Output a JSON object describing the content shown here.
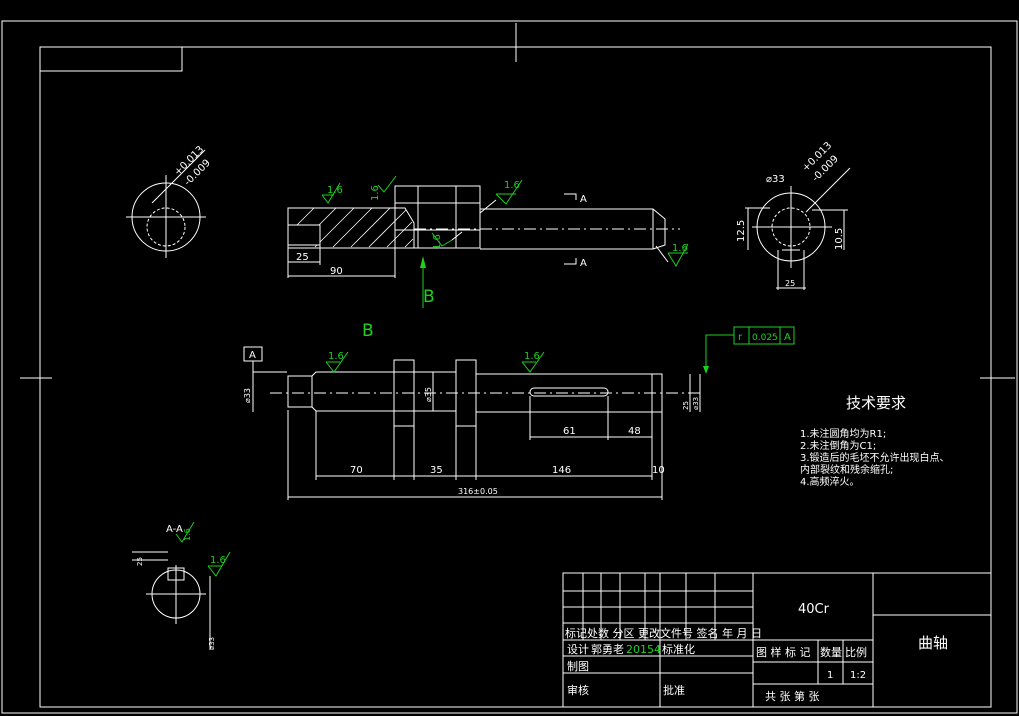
{
  "title_block": {
    "material": "40Cr",
    "part_name": "曲轴",
    "rev_header": "标记处数 分区 更改文件号 签名 年 月 日",
    "designer_label": "设计",
    "designer_name": "郭勇老",
    "date_value": "20154",
    "standardization_label": "标准化",
    "drawn_label": "制图",
    "review_label": "审核",
    "approve_label": "批准",
    "stage_header": "图 样 标 记",
    "quantity_label": "数量",
    "scale_label": "比例",
    "quantity_value": "1",
    "scale_value": "1:2",
    "sheet_text": "共   张 第   张"
  },
  "tech_requirements": {
    "heading": "技术要求",
    "items": [
      "1.未注圆角均为R1;",
      "2.未注倒角为C1;",
      "3.锻造后的毛坯不允许出现白点、",
      "内部裂纹和残余缩孔;",
      "4.高频淬火。"
    ]
  },
  "annotations": {
    "roughness": "1.6",
    "section_mark": "A",
    "section_label": "A-A",
    "view_label": "B",
    "datum": "A",
    "tolerance_symbol": "r",
    "tolerance_value": "0.025",
    "tolerance_datum": "A",
    "tol_upper": "+0.013",
    "tol_lower": "-0.009",
    "dia_33": "⌀33",
    "dia_35": "⌀35",
    "dia_25_value": "25"
  },
  "dimensions": {
    "top_25": "25",
    "top_90": "90",
    "d70": "70",
    "d35": "35",
    "d146": "146",
    "d10": "10",
    "d61": "61",
    "d48": "48",
    "overall": "316±0.05",
    "h12_5": "12.5",
    "h10_5": "10.5",
    "dia_right_25": "25"
  },
  "colors": {
    "background": "#000000",
    "line": "#ffffff",
    "annotation": "#1ed01e"
  }
}
